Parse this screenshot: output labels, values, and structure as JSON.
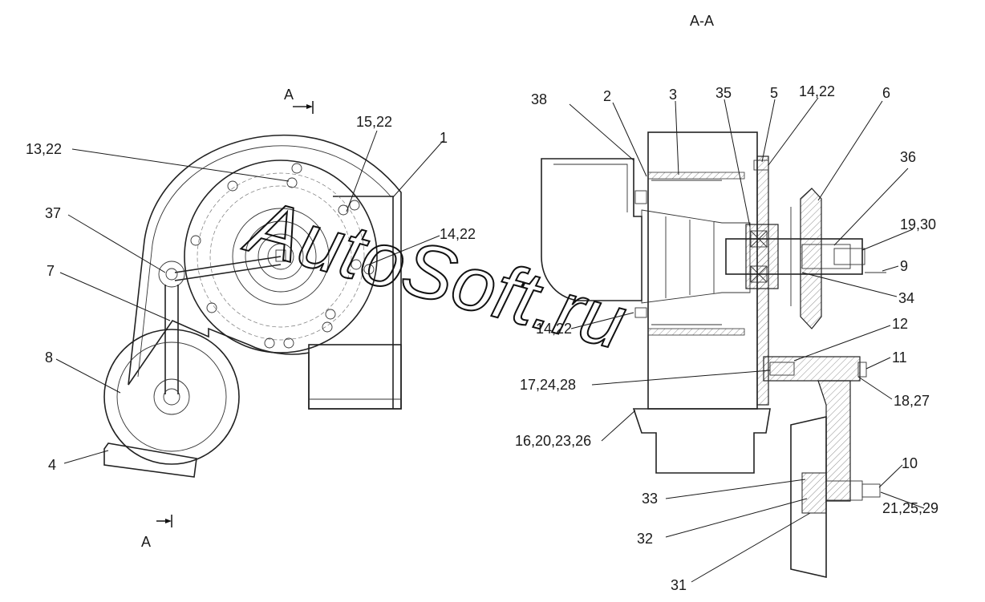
{
  "section_title": "A-A",
  "section_marks": {
    "top": "A",
    "bottom": "A"
  },
  "watermark": "AutoSoft.ru",
  "labels": {
    "l1": "1",
    "l2": "2",
    "l3": "3",
    "l4": "4",
    "l5": "5",
    "l6": "6",
    "l7": "7",
    "l8": "8",
    "l9": "9",
    "l10": "10",
    "l11": "11",
    "l12": "12",
    "l13_22": "13,22",
    "l14_22_a": "14,22",
    "l14_22_b": "14,22",
    "l14_22_c": "14,22",
    "l15_22": "15,22",
    "l16_20_23_26": "16,20,23,26",
    "l17_24_28": "17,24,28",
    "l18_27": "18,27",
    "l19_30": "19,30",
    "l21_25_29": "21,25,29",
    "l31": "31",
    "l32": "32",
    "l33": "33",
    "l34": "34",
    "l35": "35",
    "l36": "36",
    "l37": "37",
    "l38": "38"
  }
}
